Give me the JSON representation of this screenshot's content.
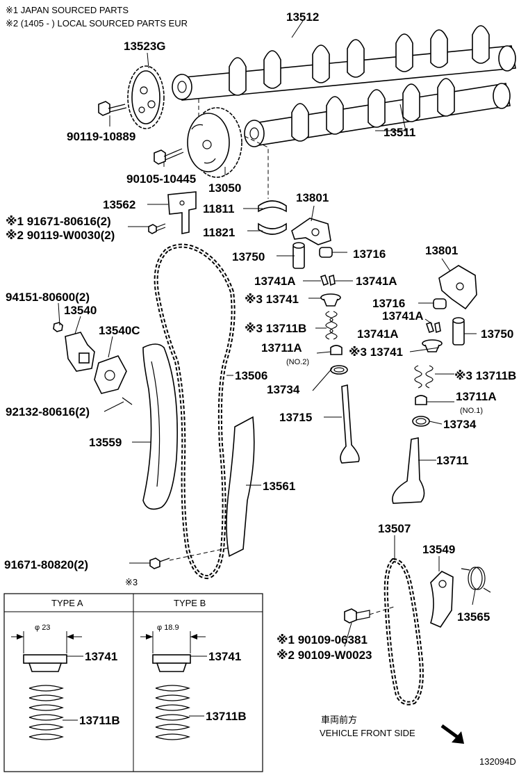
{
  "notes": {
    "note1": "※1 JAPAN SOURCED PARTS",
    "note2": "※2 (1405 -        ) LOCAL SOURCED PARTS EUR"
  },
  "labels": {
    "p13512": "13512",
    "p13523G": "13523G",
    "p13511": "13511",
    "p90119_10889": "90119-10889",
    "p90105_10445": "90105-10445",
    "p13050": "13050",
    "p13562": "13562",
    "p11811": "11811",
    "p13801_a": "13801",
    "p91671_80616": "※1 91671-80616(2)",
    "p90119_W0030": "※2 90119-W0030(2)",
    "p11821": "11821",
    "p13750_a": "13750",
    "p13716_a": "13716",
    "p13801_b": "13801",
    "p13741A_a": "13741A",
    "p13741A_b": "13741A",
    "p94151": "94151-80600(2)",
    "p13741_a": "※3 13741",
    "p13716_b": "13716",
    "p13540": "13540",
    "p13741A_c": "13741A",
    "p13540C": "13540C",
    "p13711B_a": "※3 13711B",
    "p13750_b": "13750",
    "p13711A_a": "13711A",
    "p13711A_a_sub": "(NO.2)",
    "p13741_b": "※3 13741",
    "p13506": "13506",
    "p13734_a": "13734",
    "p13711B_b": "※3 13711B",
    "p92132": "92132-80616(2)",
    "p13711A_b": "13711A",
    "p13711A_b_sub": "(NO.1)",
    "p13715": "13715",
    "p13734_b": "13734",
    "p13559": "13559",
    "p13711": "13711",
    "p13561": "13561",
    "p13507": "13507",
    "p13549": "13549",
    "p91671_80820": "91671-80820(2)",
    "p13565": "13565",
    "p90109_06381": "※1 90109-06381",
    "p90109_W0023": "※2 90109-W0023",
    "front_jp": "車両前方",
    "front_en": "VEHICLE FRONT SIDE",
    "diagram_id": "132094D"
  },
  "inset": {
    "marker": "※3",
    "type_a": {
      "title": "TYPE A",
      "dim": "φ 23",
      "retainer": "13741",
      "spring": "13711B"
    },
    "type_b": {
      "title": "TYPE B",
      "dim": "φ 18.9",
      "retainer": "13741",
      "spring": "13711B"
    }
  }
}
